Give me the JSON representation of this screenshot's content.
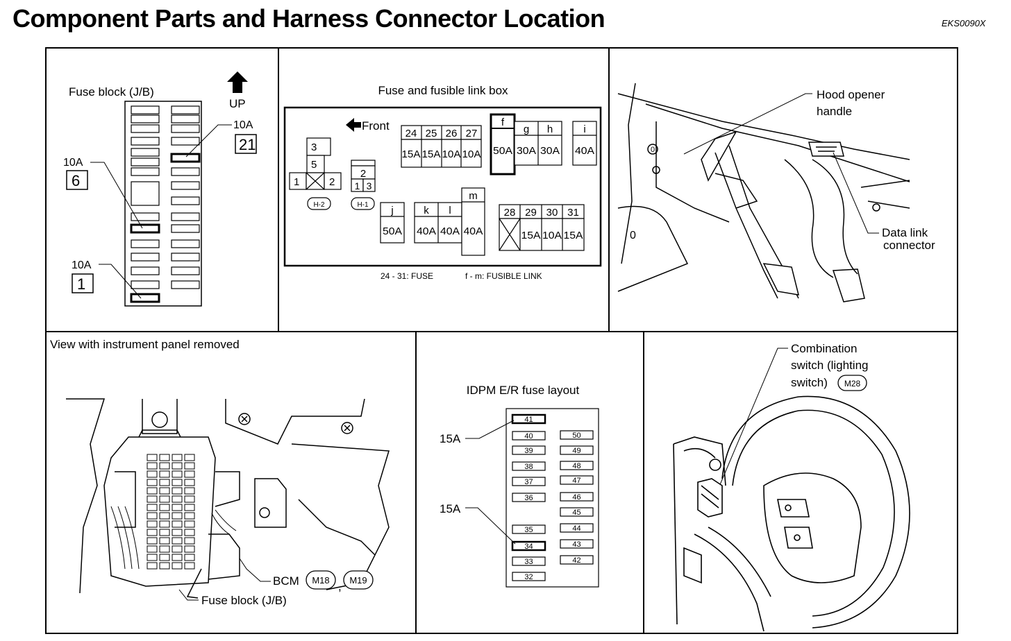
{
  "header": {
    "title": "Component Parts and Harness Connector Location",
    "code": "EKS0090X"
  },
  "fuse_block": {
    "title": "Fuse block (J/B)",
    "up_label": "UP",
    "callouts": [
      {
        "amp": "10A",
        "num": "21"
      },
      {
        "amp": "10A",
        "num": "6"
      },
      {
        "amp": "10A",
        "num": "1"
      }
    ]
  },
  "fuse_box": {
    "title": "Fuse and fusible link box",
    "front_label": "Front",
    "relay_numbers": [
      "3",
      "5",
      "1",
      "2"
    ],
    "relay2_numbers": [
      "2",
      "1",
      "3"
    ],
    "connectors": [
      "H-2",
      "H-1"
    ],
    "fuses_top": [
      {
        "id": "24",
        "amp": "15A"
      },
      {
        "id": "25",
        "amp": "15A"
      },
      {
        "id": "26",
        "amp": "10A"
      },
      {
        "id": "27",
        "amp": "10A"
      }
    ],
    "links_top": [
      {
        "id": "f",
        "amp": "50A"
      },
      {
        "id": "g",
        "amp": "30A"
      },
      {
        "id": "h",
        "amp": "30A"
      },
      {
        "id": "i",
        "amp": "40A"
      }
    ],
    "links_bottom": [
      {
        "id": "j",
        "amp": "50A"
      },
      {
        "id": "k",
        "amp": "40A"
      },
      {
        "id": "l",
        "amp": "40A"
      },
      {
        "id": "m",
        "amp": "40A"
      }
    ],
    "fuses_bottom": [
      {
        "id": "28",
        "amp": ""
      },
      {
        "id": "29",
        "amp": "15A"
      },
      {
        "id": "30",
        "amp": "10A"
      },
      {
        "id": "31",
        "amp": "15A"
      }
    ],
    "legend_fuse": "24 - 31: FUSE",
    "legend_link": "f - m: FUSIBLE LINK"
  },
  "dash": {
    "hood_label_1": "Hood opener",
    "hood_label_2": "handle",
    "dlc_label_1": "Data link",
    "dlc_label_2": "connector",
    "zero_a": "0",
    "zero_b": "0"
  },
  "ip_removed": {
    "title": "View with instrument panel removed",
    "bcm_label": "BCM",
    "bcm_conn_1": "M18",
    "bcm_conn_2": "M19",
    "comma": ",",
    "fuse_block_label": "Fuse block (J/B)"
  },
  "idpm": {
    "title": "IDPM E/R fuse layout",
    "callout_top": "15A",
    "callout_bottom": "15A",
    "left_column": [
      "41",
      "40",
      "39",
      "38",
      "37",
      "36",
      "35",
      "34",
      "33",
      "32"
    ],
    "right_column": [
      "50",
      "49",
      "48",
      "47",
      "46",
      "45",
      "44",
      "43",
      "42"
    ]
  },
  "combo": {
    "label_1": "Combination",
    "label_2": "switch (lighting",
    "label_3": "switch)",
    "connector": "M28"
  }
}
